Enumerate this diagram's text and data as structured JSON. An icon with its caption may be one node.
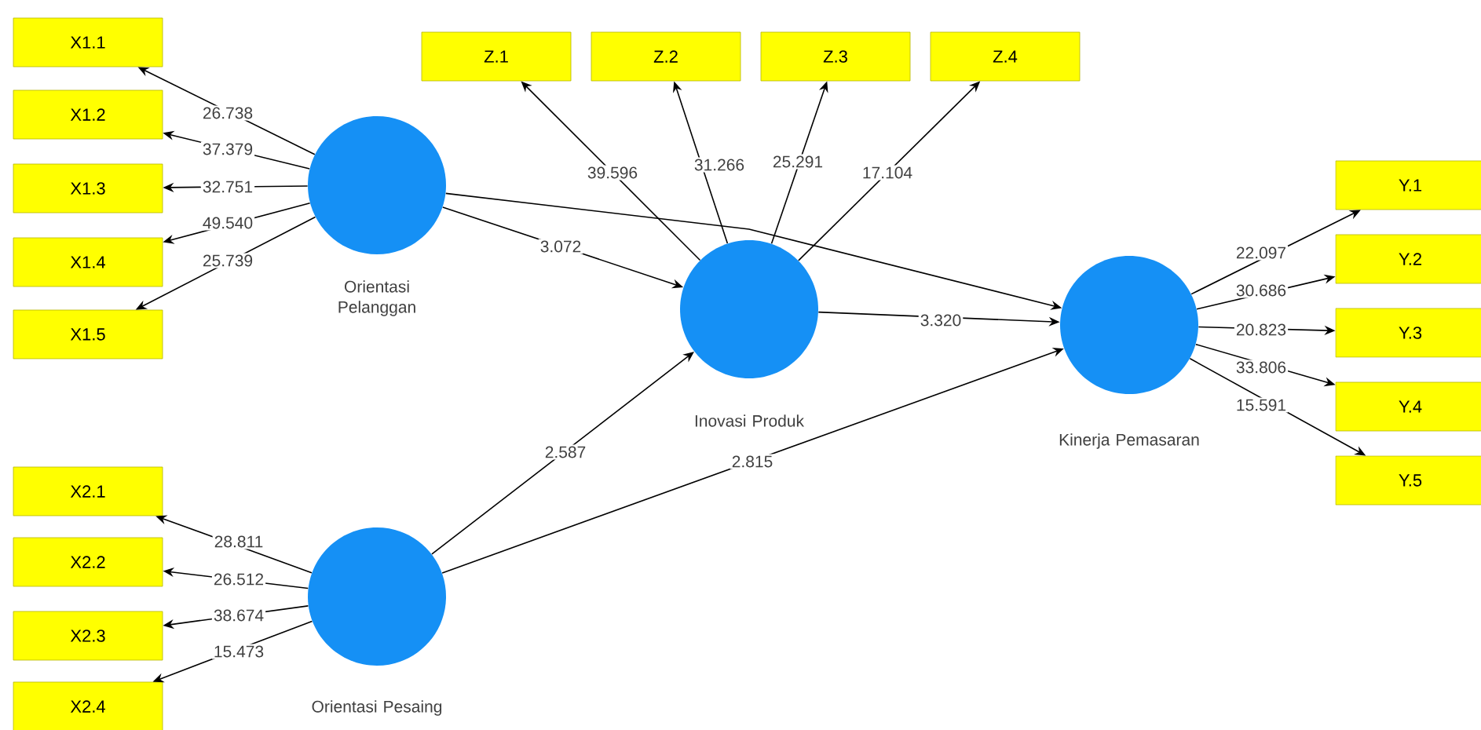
{
  "diagram": {
    "nodes": [
      {
        "text": [
          "Orientasi Pelanggan"
        ]
      },
      {
        "text": [
          "X1.1"
        ]
      },
      {
        "text": [
          "X1.2"
        ]
      },
      {
        "text": [
          "X1.3"
        ]
      },
      {
        "text": [
          "X1.4"
        ]
      },
      {
        "text": [
          "X1.5"
        ]
      },
      {
        "text": [
          "Orientasi Pesaing"
        ]
      },
      {
        "text": [
          "X2.1"
        ]
      },
      {
        "text": [
          "X2.2"
        ]
      },
      {
        "text": [
          "X2.3"
        ]
      },
      {
        "text": [
          "X2.4"
        ]
      },
      {
        "text": [
          "Inovasi Produk"
        ]
      },
      {
        "text": [
          "Z.1"
        ]
      },
      {
        "text": [
          "Z.2"
        ]
      },
      {
        "text": [
          "Z.3"
        ]
      },
      {
        "text": [
          "Z.4"
        ]
      },
      {
        "text": [
          "Kinerja Pemasaran"
        ]
      },
      {
        "text": [
          "Y.1"
        ]
      },
      {
        "text": [
          "Y.2"
        ]
      },
      {
        "text": [
          "Y.3"
        ]
      },
      {
        "text": [
          "Y.4"
        ]
      },
      {
        "text": [
          "Y.5"
        ]
      }
    ],
    "edges": [
      {
        "from": 0,
        "to": 1,
        "arrow": "to",
        "label": "26.738"
      },
      {
        "from": 0,
        "to": 2,
        "arrow": "to",
        "label": "37.379"
      },
      {
        "from": 0,
        "to": 3,
        "arrow": "to",
        "label": "32.751"
      },
      {
        "from": 0,
        "to": 4,
        "arrow": "to",
        "label": "49.540"
      },
      {
        "from": 0,
        "to": 5,
        "arrow": "to",
        "label": "25.739"
      },
      {
        "from": 6,
        "to": 7,
        "arrow": "to",
        "label": "28.811"
      },
      {
        "from": 6,
        "to": 8,
        "arrow": "to",
        "label": "26.512"
      },
      {
        "from": 6,
        "to": 9,
        "arrow": "to",
        "label": "38.674"
      },
      {
        "from": 6,
        "to": 10,
        "arrow": "to",
        "label": "15.473"
      },
      {
        "from": 11,
        "to": 12,
        "arrow": "to",
        "label": "39.596"
      },
      {
        "from": 11,
        "to": 13,
        "arrow": "to",
        "label": "31.266"
      },
      {
        "from": 11,
        "to": 14,
        "arrow": "to",
        "label": "25.291"
      },
      {
        "from": 11,
        "to": 15,
        "arrow": "to",
        "label": "17.104"
      },
      {
        "from": 16,
        "to": 17,
        "arrow": "to",
        "label": "22.097"
      },
      {
        "from": 16,
        "to": 18,
        "arrow": "to",
        "label": "30.686"
      },
      {
        "from": 16,
        "to": 19,
        "arrow": "to",
        "label": "20.823"
      },
      {
        "from": 16,
        "to": 20,
        "arrow": "to",
        "label": "33.806"
      },
      {
        "from": 16,
        "to": 21,
        "arrow": "to",
        "label": "15.591"
      },
      {
        "from": 0,
        "to": 11,
        "arrow": "to",
        "label": "3.072"
      },
      {
        "from": 0,
        "to": 16,
        "arrow": "to"
      },
      {
        "from": 11,
        "to": 16,
        "arrow": "to",
        "label": "3.320"
      },
      {
        "from": 6,
        "to": 11,
        "arrow": "to",
        "label": "2.587"
      },
      {
        "from": 6,
        "to": 16,
        "arrow": "to",
        "label": "2.815"
      }
    ]
  }
}
